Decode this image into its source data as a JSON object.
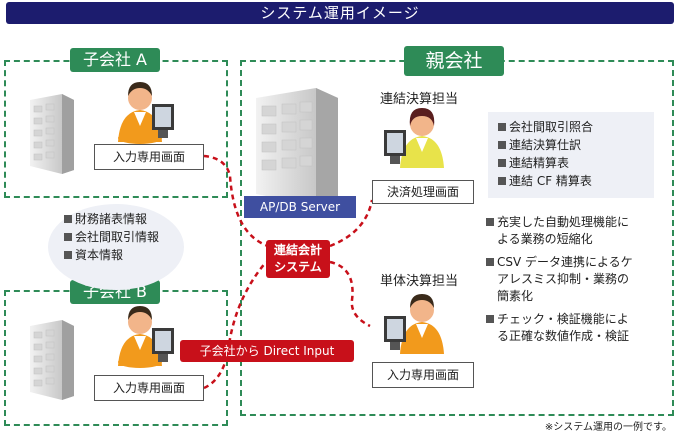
{
  "title": "システム運用イメージ",
  "subsidiary_a": {
    "label": "子会社 A",
    "input_screen": "入力専用画面"
  },
  "subsidiary_b": {
    "label": "子会社 B",
    "input_screen": "入力専用画面"
  },
  "info_list": [
    "財務諸表情報",
    "会社間取引情報",
    "資本情報"
  ],
  "parent": {
    "label": "親会社",
    "server_label": "AP/DB Server",
    "consolidated_role": "連結決算担当",
    "consolidated_screen": "決済処理画面",
    "single_role": "単体決算担当",
    "single_screen": "入力専用画面",
    "function_list": [
      "会社間取引照合",
      "連結決算仕訳",
      "連結精算表",
      "連結 CF 精算表"
    ],
    "benefits": [
      [
        "充実した自動処理機能に",
        "よる業務の短縮化"
      ],
      [
        "CSV データ連携によるケ",
        "アレスミス抑制・業務の",
        "簡素化"
      ],
      [
        "チェック・検証機能によ",
        "る正確な数値作成・検証"
      ]
    ]
  },
  "system_label": [
    "連結会計",
    "システム"
  ],
  "direct_input": "子会社から Direct Input",
  "footnote": "※システム運用の一例です。"
}
